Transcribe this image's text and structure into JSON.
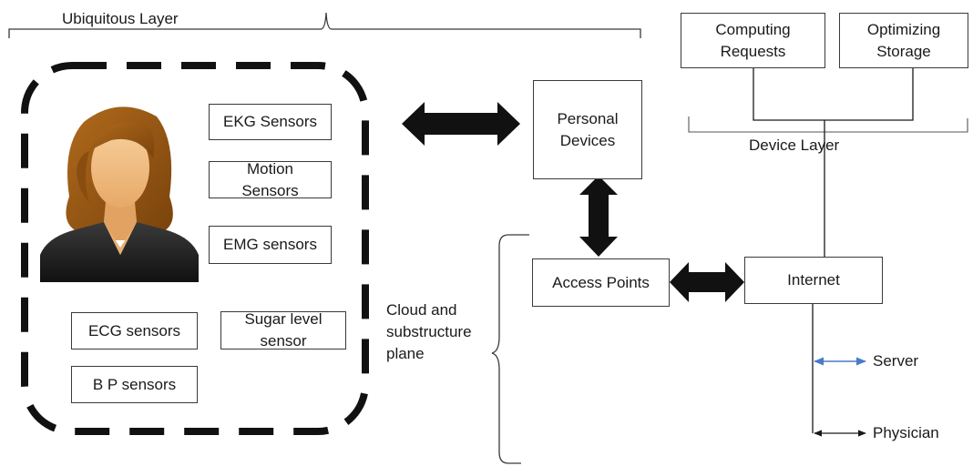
{
  "layers": {
    "ubiquitous": "Ubiquitous Layer",
    "device": "Device Layer",
    "cloud": "Cloud and\nsubstructure\nplane"
  },
  "sensors": {
    "ekg": "EKG Sensors",
    "motion": "Motion\nSensors",
    "emg": "EMG sensors",
    "ecg": "ECG sensors",
    "sugar": "Sugar level\nsensor",
    "bp": "B P sensors"
  },
  "devices": {
    "personal": "Personal\nDevices",
    "access_points": "Access Points",
    "internet": "Internet",
    "computing": "Computing\nRequests",
    "storage": "Optimizing\nStorage"
  },
  "endpoints": {
    "server": "Server",
    "physician": "Physician"
  },
  "colors": {
    "server_arrow": "#4a7bc8",
    "line": "#1a1a1a",
    "hair": "#9c5a14",
    "skin": "#f2c186",
    "jacket": "#2b2b2b"
  }
}
